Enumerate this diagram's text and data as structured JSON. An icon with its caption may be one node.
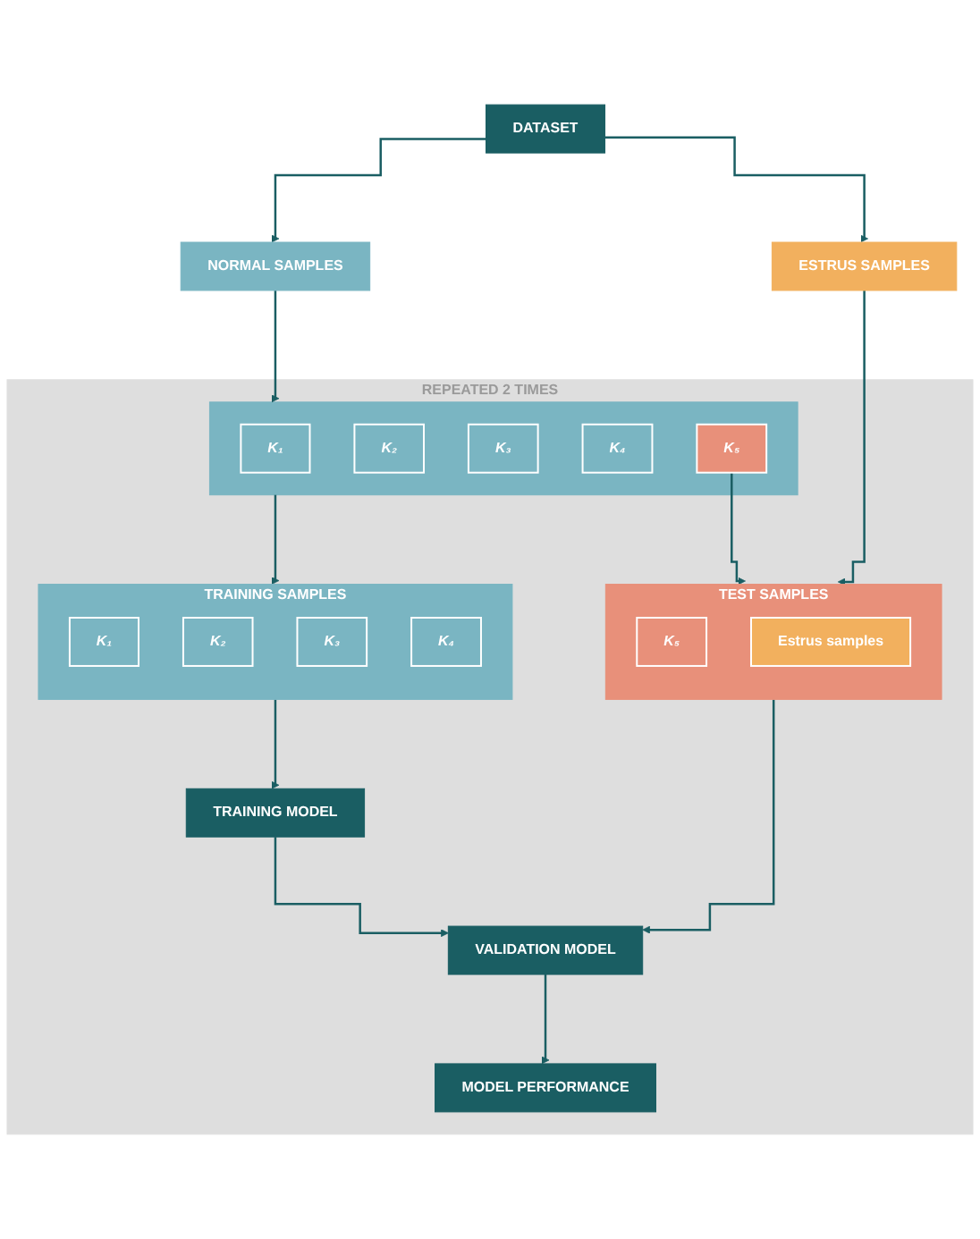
{
  "diagram": {
    "nodes": [
      {
        "text": [
          "DATASET"
        ]
      },
      {
        "text": [
          "NORMAL SAMPLES"
        ]
      },
      {
        "text": [
          "ESTRUS SAMPLES"
        ]
      },
      {
        "text": [
          "REPEATED 2 TIMES"
        ]
      },
      {
        "text": [],
        "shape": "box",
        "in": 3
      },
      {
        "text": [
          "K₁"
        ],
        "in": 4
      },
      {
        "text": [
          "K₂"
        ],
        "in": 4
      },
      {
        "text": [
          "K₃"
        ],
        "in": 4
      },
      {
        "text": [
          "K₄"
        ],
        "in": 4
      },
      {
        "text": [
          "K₅"
        ],
        "in": 4
      },
      {
        "text": [
          "TRAINING SAMPLES"
        ],
        "in": 3
      },
      {
        "text": [
          "K₁"
        ],
        "in": 10
      },
      {
        "text": [
          "K₂"
        ],
        "in": 10
      },
      {
        "text": [
          "K₃"
        ],
        "in": 10
      },
      {
        "text": [
          "K₄"
        ],
        "in": 10
      },
      {
        "text": [
          "TEST SAMPLES"
        ],
        "in": 3
      },
      {
        "text": [
          "K₅"
        ],
        "in": 15
      },
      {
        "text": [
          "Estrus samples"
        ],
        "in": 15
      },
      {
        "text": [
          "TRAINING MODEL"
        ],
        "in": 3
      },
      {
        "text": [
          "VALIDATION MODEL"
        ],
        "in": 3
      },
      {
        "text": [
          "MODEL PERFORMANCE"
        ],
        "in": 3
      }
    ],
    "edges": [
      {
        "from": 0,
        "to": 1,
        "arrow": "to"
      },
      {
        "from": 0,
        "to": 2,
        "arrow": "to"
      },
      {
        "from": 1,
        "to": 4,
        "arrow": "to"
      },
      {
        "from": 9,
        "to": 15,
        "arrow": "to"
      },
      {
        "from": 2,
        "to": 15,
        "arrow": "to"
      },
      {
        "from": 4,
        "to": 10,
        "arrow": "to"
      },
      {
        "from": 10,
        "to": 18,
        "arrow": "to"
      },
      {
        "from": 15,
        "to": 19,
        "arrow": "to"
      },
      {
        "from": 18,
        "to": 19,
        "arrow": "to"
      },
      {
        "from": 19,
        "to": 20,
        "arrow": "to"
      }
    ]
  }
}
